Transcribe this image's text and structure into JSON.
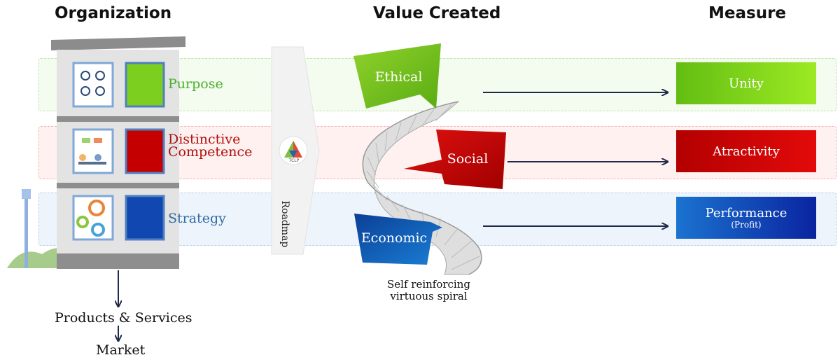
{
  "headers": {
    "organization": "Organization",
    "value_created": "Value Created",
    "measure": "Measure"
  },
  "rows": [
    {
      "label": "Purpose",
      "value": "Ethical",
      "measure": "Unity",
      "measure_sub": "",
      "color": "#6cc51d"
    },
    {
      "label": "Distinctive Competence",
      "value": "Social",
      "measure": "Atractivity",
      "measure_sub": "",
      "color": "#c40000"
    },
    {
      "label": "Strategy",
      "value": "Economic",
      "measure": "Performance",
      "measure_sub": "(Profit)",
      "color": "#1a5fb0"
    }
  ],
  "roadmap": {
    "label": "Roadmap",
    "logo_text": "TCLP"
  },
  "spiral_caption": {
    "line1": "Self reinforcing",
    "line2": "virtuous spiral"
  },
  "flow": {
    "products": "Products & Services",
    "market": "Market"
  },
  "colors": {
    "green": "#6cc51d",
    "red": "#c40000",
    "blue": "#1a5fb0",
    "arrow": "#1f2a4a"
  }
}
